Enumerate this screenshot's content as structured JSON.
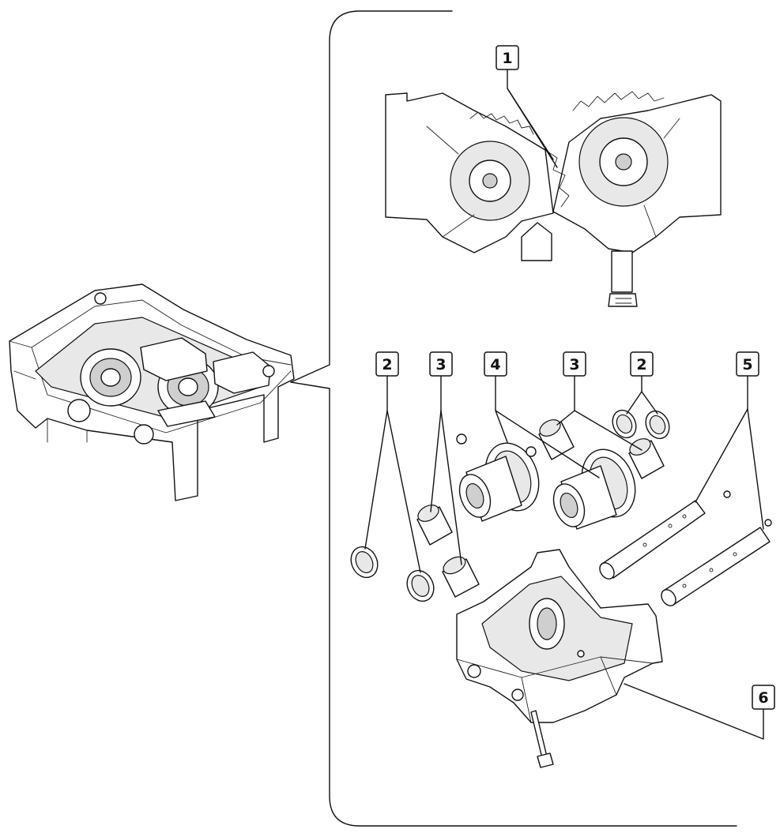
{
  "callouts": [
    {
      "id": "c1",
      "label": "1"
    },
    {
      "id": "c2a",
      "label": "2"
    },
    {
      "id": "c3a",
      "label": "3"
    },
    {
      "id": "c4",
      "label": "4"
    },
    {
      "id": "c3b",
      "label": "3"
    },
    {
      "id": "c2b",
      "label": "2"
    },
    {
      "id": "c5",
      "label": "5"
    },
    {
      "id": "c6",
      "label": "6"
    }
  ],
  "colors": {
    "line": "#111111",
    "background": "#ffffff",
    "shade": "#e8e8e8"
  },
  "parts": {
    "assembled_housing": "balancer-assembly-icon",
    "gear_view": "gear-mesh-detail-icon",
    "seal_rings": "seal-ring-icon",
    "bushings": "bushing-icon",
    "balance_shafts": "balance-shaft-icon",
    "pins": "pin-shaft-icon",
    "housing": "housing-icon",
    "bolt": "bolt-icon"
  }
}
